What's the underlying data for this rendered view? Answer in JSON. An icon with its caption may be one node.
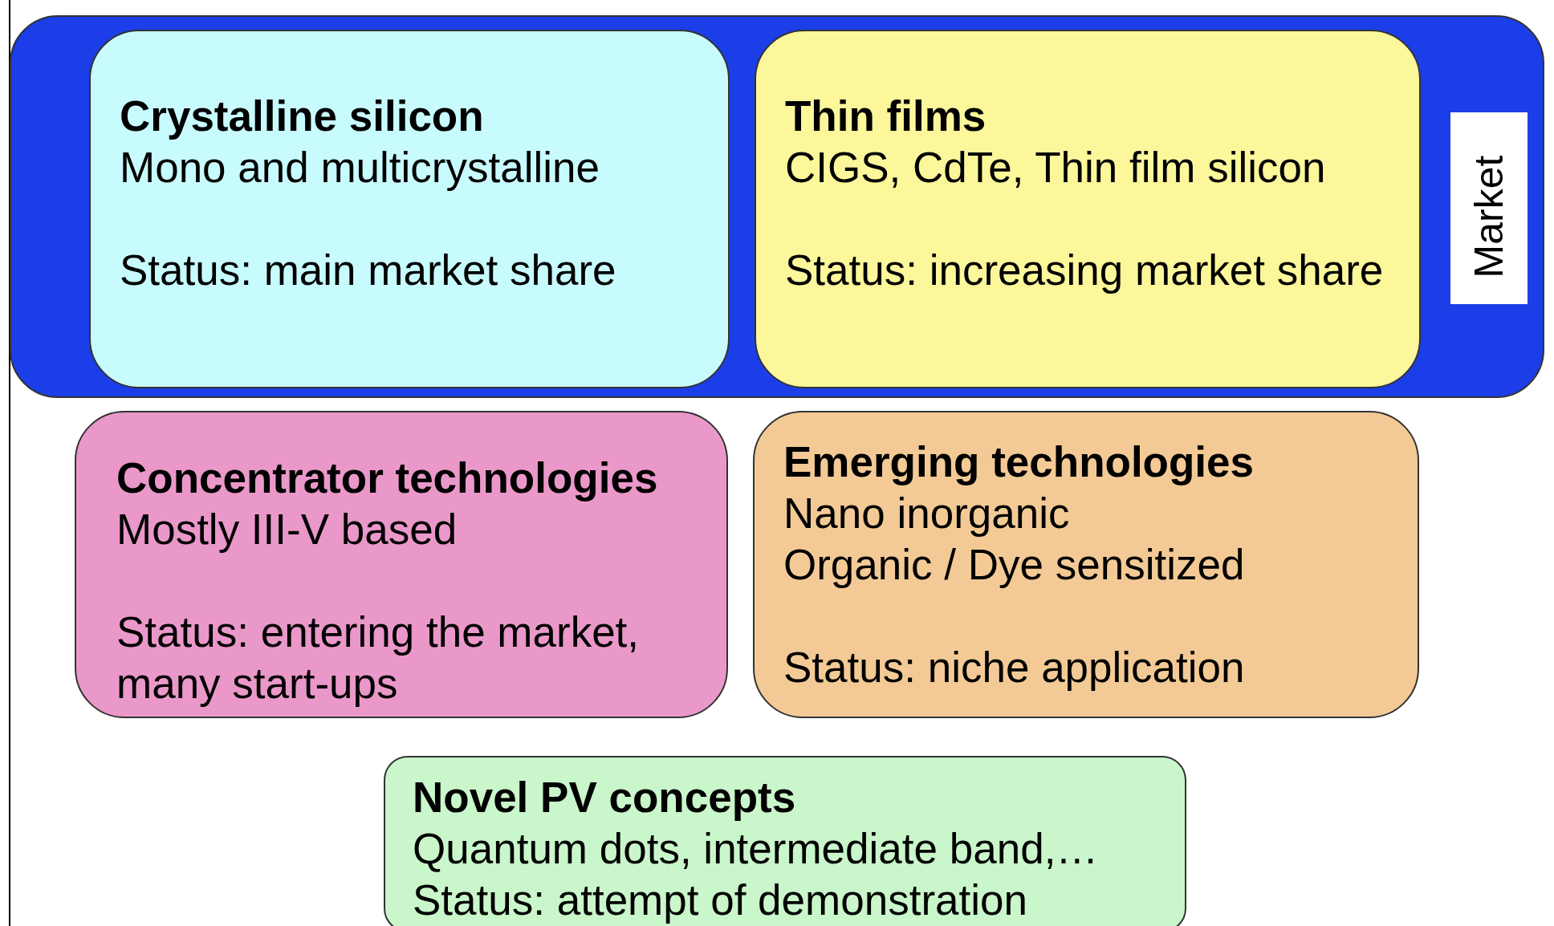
{
  "diagram": {
    "nodes": [
      {
        "text": [],
        "shape": "box"
      },
      {
        "text": [
          "Crystalline silicon",
          "Mono and multicrystalline",
          "Status: main market share"
        ],
        "in": 0
      },
      {
        "text": [
          "Thin films",
          "CIGS, CdTe, Thin film silicon",
          "Status: increasing market share"
        ],
        "in": 0
      },
      {
        "text": [
          "Market"
        ],
        "in": 0
      },
      {
        "text": [
          "Concentrator technologies",
          "Mostly III-V based",
          "Status: entering the market, many start-ups"
        ]
      },
      {
        "text": [
          "Emerging technologies",
          "Nano inorganic",
          "Organic / Dye sensitized",
          "Status: niche application"
        ]
      },
      {
        "text": [
          "Novel PV concepts",
          "Quantum dots, intermediate band,…",
          "Status: attempt of demonstration"
        ]
      }
    ]
  }
}
